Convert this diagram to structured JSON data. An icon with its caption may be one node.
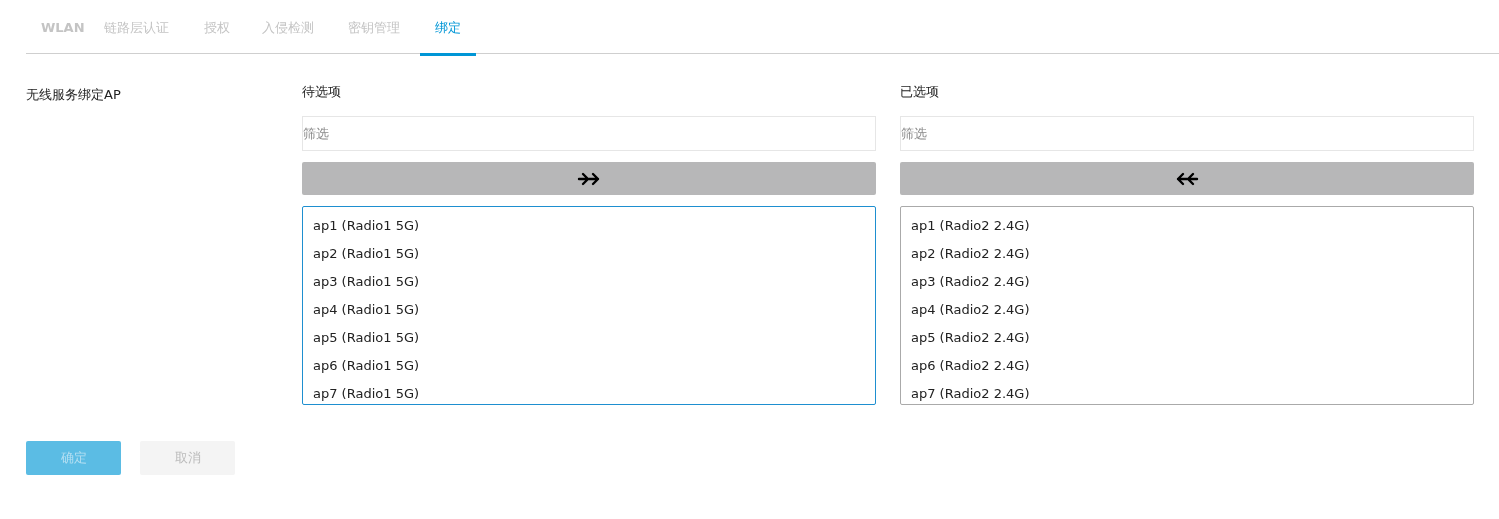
{
  "diagram": {
    "nodes": [
      {
        "text": [
          "筛选"
        ]
      },
      {
        "text": [
          "筛选"
        ]
      },
      {
        "text": [
          "ap1 (Radio1 5G)",
          "ap2 (Radio1 5G)",
          "ap3 (Radio1 5G)",
          "ap4 (Radio1 5G)",
          "ap5 (Radio1 5G)",
          "ap6 (Radio1 5G)",
          "ap7 (Radio1 5G)"
        ]
      },
      {
        "text": [
          "ap1 (Radio2 2.4G)",
          "ap2 (Radio2 2.4G)",
          "ap3 (Radio2 2.4G)",
          "ap4 (Radio2 2.4G)",
          "ap5 (Radio2 2.4G)",
          "ap6 (Radio2 2.4G)",
          "ap7 (Radio2 2.4G)"
        ]
      }
    ],
    "labels": [
      "WLAN",
      "链路层认证",
      "授权",
      "入侵检测",
      "密钥管理",
      "绑定",
      "无线服务绑定AP",
      "待选项",
      "已选项",
      "确定",
      "取消"
    ]
  }
}
